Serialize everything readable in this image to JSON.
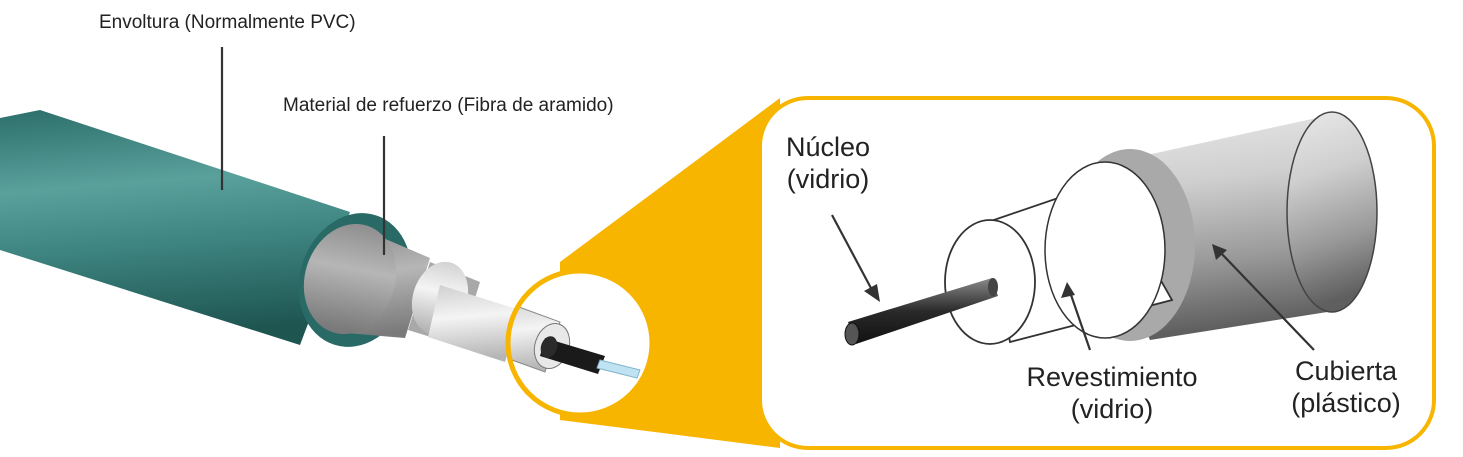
{
  "labels": {
    "jacket": "Envoltura (Normalmente PVC)",
    "strength": "Material de refuerzo (Fibra de aramido)",
    "core_line1": "Núcleo",
    "core_line2": "(vidrio)",
    "cladding_line1": "Revestimiento",
    "cladding_line2": "(vidrio)",
    "coating_line1": "Cubierta",
    "coating_line2": "(plástico)"
  },
  "colors": {
    "jacket": "#3e8a86",
    "jacket_dark": "#1f5f5b",
    "strength": "#9b9b9b",
    "callout": "#f7b500",
    "label_text": "#222222"
  }
}
